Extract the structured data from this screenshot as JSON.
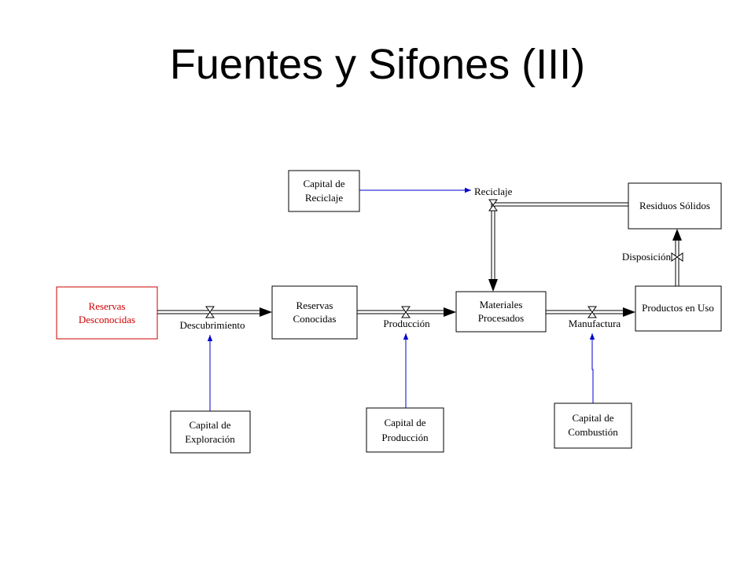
{
  "title": "Fuentes y Sifones (III)",
  "colors": {
    "stock_border": "#000000",
    "source_stock": "#cc0000",
    "info_link": "#0000cc"
  },
  "stocks": {
    "reservas_desconocidas": {
      "line1": "Reservas",
      "line2": "Desconocidas"
    },
    "reservas_conocidas": {
      "line1": "Reservas",
      "line2": "Conocidas"
    },
    "materiales_procesados": {
      "line1": "Materiales",
      "line2": "Procesados"
    },
    "productos_en_uso": {
      "line1": "Productos en Uso"
    },
    "residuos_solidos": {
      "line1": "Residuos Sólidos"
    }
  },
  "capitals": {
    "reciclaje": {
      "line1": "Capital de",
      "line2": "Reciclaje"
    },
    "exploracion": {
      "line1": "Capital de",
      "line2": "Exploración"
    },
    "produccion": {
      "line1": "Capital de",
      "line2": "Producción"
    },
    "combustion": {
      "line1": "Capital de",
      "line2": "Combustión"
    }
  },
  "flows": {
    "descubrimiento": "Descubrimiento",
    "produccion": "Producción",
    "manufactura": "Manufactura",
    "reciclaje": "Reciclaje",
    "disposicion": "Disposición"
  }
}
